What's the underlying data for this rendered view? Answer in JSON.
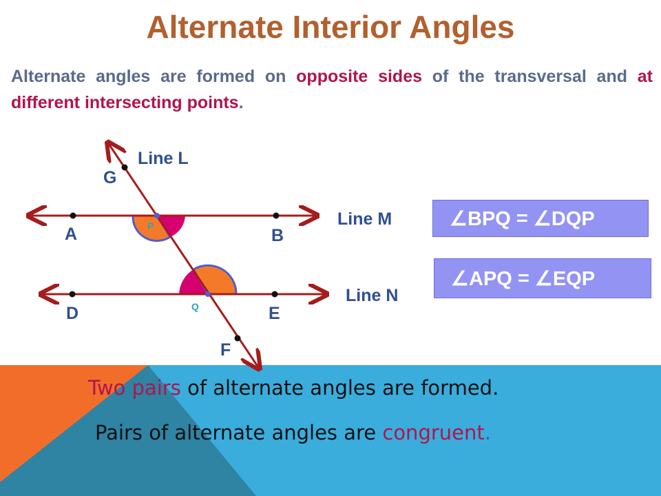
{
  "slide": {
    "title": "Alternate Interior Angles",
    "intro": {
      "part1": "Alternate angles are formed on ",
      "highlight1": "opposite sides",
      "part2": " of the transversal and ",
      "highlight2": "at different intersecting points",
      "part3": "."
    }
  },
  "diagram": {
    "line_labels": {
      "transversal": "Line L",
      "upper": "Line M",
      "lower": "Line N"
    },
    "points": {
      "G": "G",
      "A": "A",
      "B": "B",
      "P": "P",
      "Q": "Q",
      "D": "D",
      "E": "E",
      "F": "F"
    },
    "colors": {
      "line": "#a51c1c",
      "angle_pink": "#d6006f",
      "angle_orange": "#f47a2a",
      "angle_border": "#4f5fd0",
      "point": "#111111"
    }
  },
  "equations": [
    {
      "left": "∠BPQ",
      "op": " = ",
      "right": "∠DQP"
    },
    {
      "left": "∠APQ",
      "op": " = ",
      "right": "∠EQP"
    }
  ],
  "footer": {
    "line1": {
      "word1": "Two",
      "word2": "pairs",
      "rest": " of alternate angles are formed."
    },
    "line2": {
      "start": "Pairs of alternate angles are ",
      "highlight": "congruent",
      "end": "."
    }
  },
  "theme_colors": {
    "title": "#b1602f",
    "intro_text": "#5a6a8c",
    "highlight": "#b0154d",
    "box_fill": "#9393f3",
    "band_blue": "#3aaddc",
    "band_orange": "#f26d2a"
  }
}
